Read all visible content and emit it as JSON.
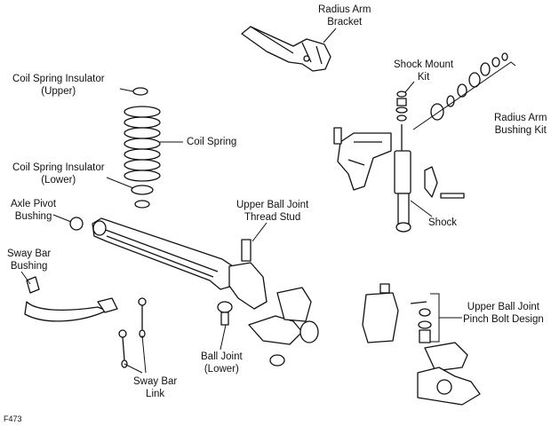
{
  "figure_id": "F473",
  "labels": {
    "radius_arm_bracket": [
      "Radius Arm",
      "Bracket"
    ],
    "shock_mount_kit": [
      "Shock Mount",
      "Kit"
    ],
    "radius_arm_bushing_kit": [
      "Radius Arm",
      "Bushing Kit"
    ],
    "coil_spring_insulator_upper": [
      "Coil Spring Insulator",
      "(Upper)"
    ],
    "coil_spring": [
      "Coil Spring"
    ],
    "coil_spring_insulator_lower": [
      "Coil Spring Insulator",
      "(Lower)"
    ],
    "axle_pivot_bushing": [
      "Axle Pivot",
      "Bushing"
    ],
    "upper_ball_joint_thread_stud": [
      "Upper Ball Joint",
      "Thread Stud"
    ],
    "shock": [
      "Shock"
    ],
    "sway_bar_bushing": [
      "Sway Bar",
      "Bushing"
    ],
    "upper_ball_joint_pinch_bolt": [
      "Upper Ball Joint",
      "Pinch Bolt Design"
    ],
    "ball_joint_lower": [
      "Ball Joint",
      "(Lower)"
    ],
    "sway_bar_link": [
      "Sway Bar",
      "Link"
    ]
  }
}
